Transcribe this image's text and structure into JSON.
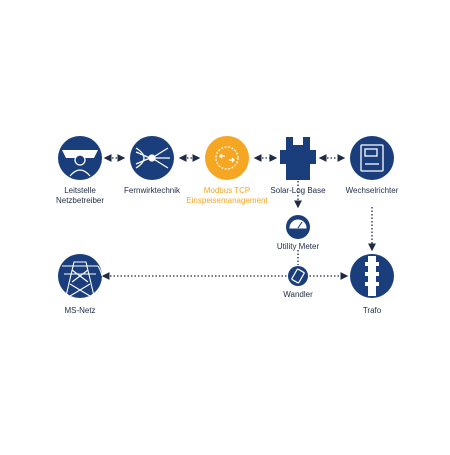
{
  "colors": {
    "primary": "#1a3d7c",
    "accent": "#f5a623",
    "connector": "#1f2a44",
    "text": "#1f2a44"
  },
  "nodes": {
    "leitstelle": {
      "label_line1": "Leitstelle",
      "label_line2": "Netzbetreiber",
      "icon": "operator-icon"
    },
    "fernwirktechnik": {
      "label": "Fernwirktechnik",
      "icon": "satellite-dish-icon"
    },
    "modbus": {
      "label_line1": "Modbus TCP",
      "label_line2": "Einspeisemanagement",
      "icon": "modbus-arrows-icon"
    },
    "solarlog": {
      "label": "Solar-Log Base",
      "icon": "solar-log-device-icon"
    },
    "wechselrichter": {
      "label": "Wechselrichter",
      "icon": "inverter-icon"
    },
    "utility_meter": {
      "label": "Utility Meter",
      "icon": "meter-gauge-icon"
    },
    "wandler": {
      "label": "Wandler",
      "icon": "transformer-clamp-icon"
    },
    "trafo": {
      "label": "Trafo",
      "icon": "transformer-icon"
    },
    "msnetz": {
      "label": "MS-Netz",
      "icon": "power-pylon-icon"
    }
  }
}
